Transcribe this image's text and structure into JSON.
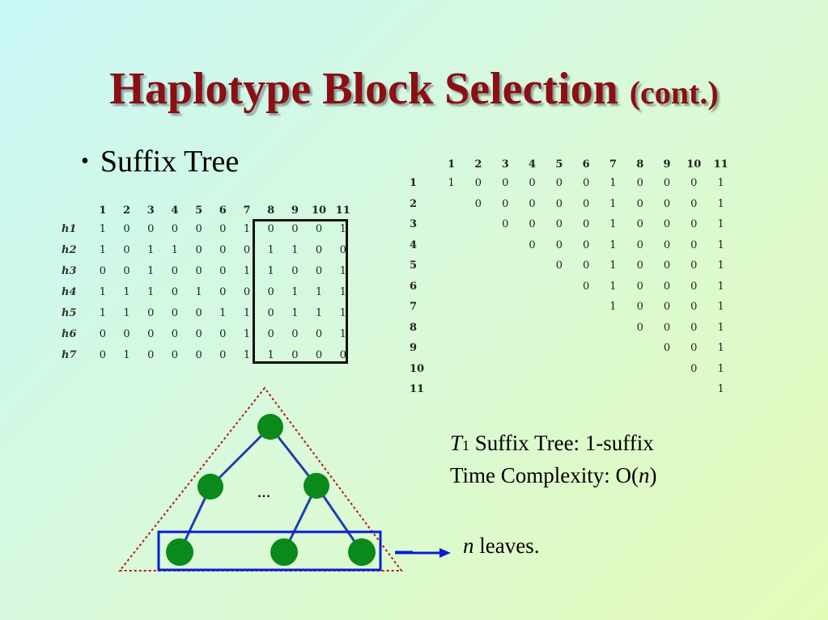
{
  "title": {
    "main": "Haplotype Block Selection",
    "sub": "(cont.)"
  },
  "bullet": "Suffix Tree",
  "left_table": {
    "columns": [
      "1",
      "2",
      "3",
      "4",
      "5",
      "6",
      "7",
      "8",
      "9",
      "10",
      "11"
    ],
    "rows": [
      {
        "label": "h1",
        "values": [
          "1",
          "0",
          "0",
          "0",
          "0",
          "0",
          "1",
          "0",
          "0",
          "0",
          "1"
        ]
      },
      {
        "label": "h2",
        "values": [
          "1",
          "0",
          "1",
          "1",
          "0",
          "0",
          "0",
          "1",
          "1",
          "0",
          "0"
        ]
      },
      {
        "label": "h3",
        "values": [
          "0",
          "0",
          "1",
          "0",
          "0",
          "0",
          "1",
          "1",
          "0",
          "0",
          "1"
        ]
      },
      {
        "label": "h4",
        "values": [
          "1",
          "1",
          "1",
          "0",
          "1",
          "0",
          "0",
          "0",
          "1",
          "1",
          "1"
        ]
      },
      {
        "label": "h5",
        "values": [
          "1",
          "1",
          "0",
          "0",
          "0",
          "1",
          "1",
          "0",
          "1",
          "1",
          "1"
        ]
      },
      {
        "label": "h6",
        "values": [
          "0",
          "0",
          "0",
          "0",
          "0",
          "0",
          "1",
          "0",
          "0",
          "0",
          "1"
        ]
      },
      {
        "label": "h7",
        "values": [
          "0",
          "1",
          "0",
          "0",
          "0",
          "0",
          "1",
          "1",
          "0",
          "0",
          "0"
        ]
      }
    ]
  },
  "right_table": {
    "columns": [
      "1",
      "2",
      "3",
      "4",
      "5",
      "6",
      "7",
      "8",
      "9",
      "10",
      "11"
    ],
    "row_labels": [
      "1",
      "2",
      "3",
      "4",
      "5",
      "6",
      "7",
      "8",
      "9",
      "10",
      "11"
    ],
    "suffix_source": [
      "1",
      "0",
      "0",
      "0",
      "0",
      "0",
      "1",
      "0",
      "0",
      "0",
      "1"
    ]
  },
  "tree": {
    "ellipsis": "..."
  },
  "info": {
    "t_letter": "T",
    "t_sub": "1",
    "line1_rest": " Suffix Tree: 1-suffix",
    "line2_pre": "Time Complexity: O(",
    "line2_n": "n",
    "line2_post": ")"
  },
  "leaves": {
    "n": "n",
    "text": " leaves."
  },
  "colors": {
    "title": "#8b0f14",
    "node": "#0a8a1a",
    "edge": "#1f3fb0",
    "box": "#0a1fd0",
    "triangle": "#b02020"
  }
}
